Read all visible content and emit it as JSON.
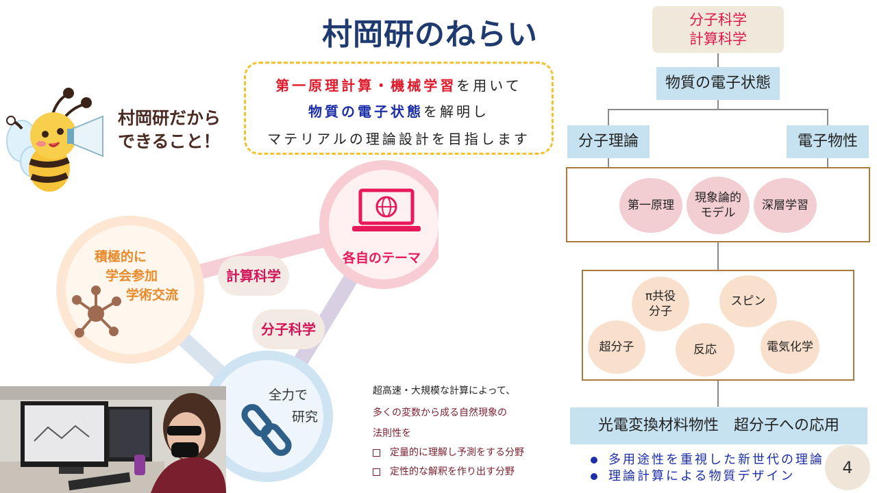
{
  "title": "村岡研のねらい",
  "catchphrase": {
    "line1": "村岡研だから",
    "line2": "できること！"
  },
  "goal": {
    "line1_red": "第一原理計算・機械学習",
    "line1_rest": "を用いて",
    "line2_blue": "物質の電子状態",
    "line2_rest": "を解明し",
    "line3": "マテリアルの理論設計を目指します"
  },
  "triangle": {
    "theme_label": "各自のテーマ",
    "academic_line1": "積極的に",
    "academic_line2": "学会参加",
    "academic_line3": "学術交流",
    "research_line1": "全力で",
    "research_line2": "研究",
    "pill_computational": "計算科学",
    "pill_molecular": "分子科学"
  },
  "description": {
    "line1": "超高速・大規模な計算によって、",
    "line2": "多くの変数から成る自然現象の",
    "line3": "法則性を",
    "item1": "定量的に理解し予測をする分野",
    "item2": "定性的な解釈を作り出す分野"
  },
  "tree": {
    "root_line1": "分子科学",
    "root_line2": "計算科学",
    "electronic_state": "物質の電子状態",
    "molecular_theory": "分子理論",
    "electronic_properties": "電子物性",
    "methods": [
      {
        "line1": "第一原理",
        "line2": ""
      },
      {
        "line1": "現象論的",
        "line2": "モデル"
      },
      {
        "line1": "深層学習",
        "line2": ""
      }
    ],
    "topics": [
      {
        "line1": "π共役",
        "line2": "分子"
      },
      {
        "line1": "スピン",
        "line2": ""
      },
      {
        "line1": "超分子",
        "line2": ""
      },
      {
        "line1": "反応",
        "line2": ""
      },
      {
        "line1": "電気化学",
        "line2": ""
      }
    ],
    "application": "光電変換材料物性　超分子への応用"
  },
  "bullets": [
    "多用途性を重視した新世代の理論",
    "理論計算による物質デザイン"
  ],
  "page_number": "4",
  "colors": {
    "title": "#1f3a6e",
    "accent_red": "#e0192a",
    "accent_blue": "#1c2ea8",
    "theme_pink": "#e8195a",
    "academic_orange": "#e8892a",
    "research_blue": "#5b8bd0"
  }
}
